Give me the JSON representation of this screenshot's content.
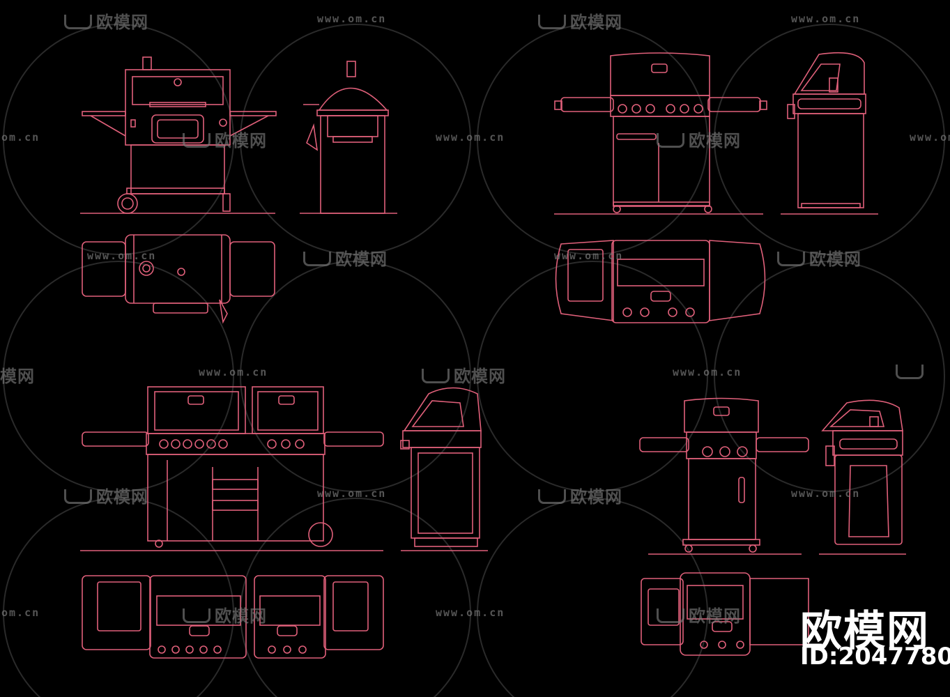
{
  "colors": {
    "line": "#e0607a",
    "background": "#000000",
    "watermark": "#7a7a7a"
  },
  "watermarks": {
    "brand_cn": "欧模网",
    "url": "www.om.cn",
    "url_cut": "om.cn",
    "brand_cut": "模网"
  },
  "corner_brand": {
    "name": "欧模网",
    "id": "ID:2047780"
  },
  "icons": {
    "watermark_logo": "sofa-logo-icon"
  }
}
